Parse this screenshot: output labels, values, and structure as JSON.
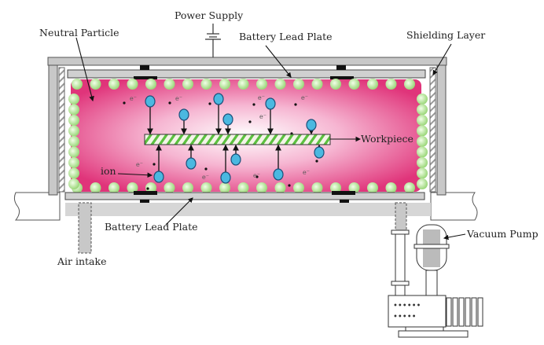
{
  "labels": {
    "power_supply": "Power Supply",
    "neutral_particle": "Neutral Particle",
    "battery_lead_plate_top": "Battery Lead Plate",
    "shielding_layer": "Shielding Layer",
    "workpiece": "Workpiece",
    "ion": "ion",
    "battery_lead_plate_bottom": "Battery Lead Plate",
    "air_intake": "Air intake",
    "vacuum_pump": "Vacuum Pump",
    "electron": "e⁻"
  },
  "colors": {
    "plasma_edge": "#e0347a",
    "plasma_center": "#ffffff",
    "neutral_particle": "#b8e89a",
    "ion": "#4bb8e0",
    "workpiece_stripe": "#5cc040",
    "frame": "#c8c8c8"
  }
}
